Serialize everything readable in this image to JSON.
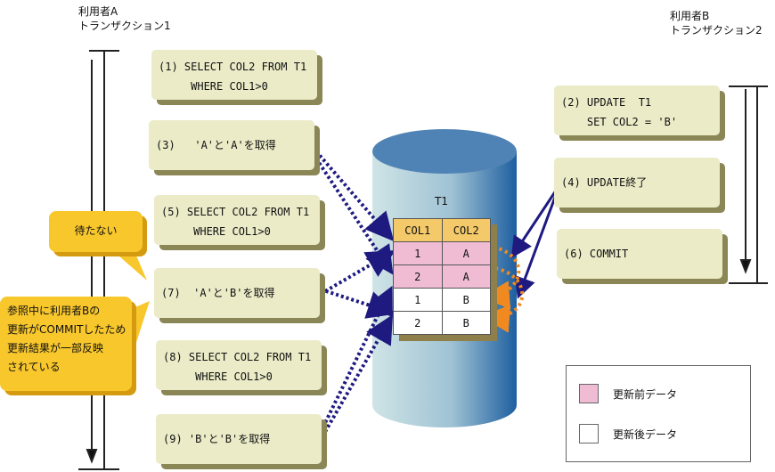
{
  "user_a": {
    "name": "利用者A",
    "transaction": "トランザクション1"
  },
  "user_b": {
    "name": "利用者B",
    "transaction": "トランザクション2"
  },
  "steps_a": [
    {
      "text": "(1) SELECT COL2 FROM T1\n     WHERE COL1>0"
    },
    {
      "text": "(3)   'A'と'A'を取得"
    },
    {
      "text": "(5) SELECT COL2 FROM T1\n     WHERE COL1>0"
    },
    {
      "text": "(7)  'A'と'B'を取得"
    },
    {
      "text": "(8) SELECT COL2 FROM T1\n     WHERE COL1>0"
    },
    {
      "text": "(9) 'B'と'B'を取得"
    }
  ],
  "steps_b": [
    {
      "text": "(2) UPDATE  T1\n    SET COL2 = 'B'"
    },
    {
      "text": "(4) UPDATE終了"
    },
    {
      "text": "(6) COMMIT"
    }
  ],
  "callouts": {
    "no_wait": "待たない",
    "partial": "参照中に利用者Bの\n更新がCOMMITしたため\n更新結果が一部反映\nされている"
  },
  "table": {
    "name": "T1",
    "headers": [
      "COL1",
      "COL2"
    ],
    "rows": [
      [
        "1",
        "A"
      ],
      [
        "2",
        "A"
      ],
      [
        "1",
        "B"
      ],
      [
        "2",
        "B"
      ]
    ]
  },
  "legend": {
    "before": "更新前データ",
    "after": "更新後データ"
  },
  "colors": {
    "before": "#f0bcd4",
    "after": "#ffffff",
    "header": "#f4c96a",
    "box": "#ebebc8",
    "callout": "#f8c72c",
    "arrow": "#1e1a80",
    "orange": "#f08a20"
  }
}
